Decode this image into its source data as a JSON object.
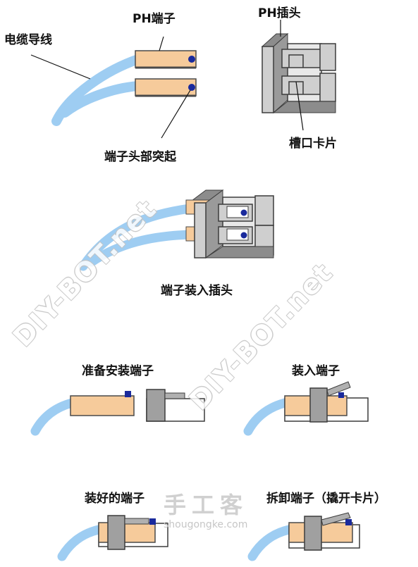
{
  "labels": {
    "ph_terminal": "PH端子",
    "ph_plug": "PH插头",
    "cable_wire": "电缆导线",
    "terminal_head_bump": "端子头部突起",
    "slot_clip": "槽口卡片",
    "terminal_into_plug": "端子装入插头",
    "prepare_install": "准备安装端子",
    "insert_terminal": "装入端子",
    "installed_terminal": "装好的端子",
    "remove_terminal": "拆卸端子（撬开卡片）"
  },
  "watermarks": {
    "main": "DIY-BOT.net",
    "logo_cn": "手工客",
    "logo_en": "shougongke.com"
  },
  "colors": {
    "cable": "#9ecdf2",
    "terminal": "#f6cb9b",
    "terminal_edge": "#4a4a4a",
    "bump": "#1a2a9c",
    "plug_front": "#cfcfcf",
    "plug_side": "#8c8c8c",
    "plug_edge": "#3c3c3c"
  }
}
